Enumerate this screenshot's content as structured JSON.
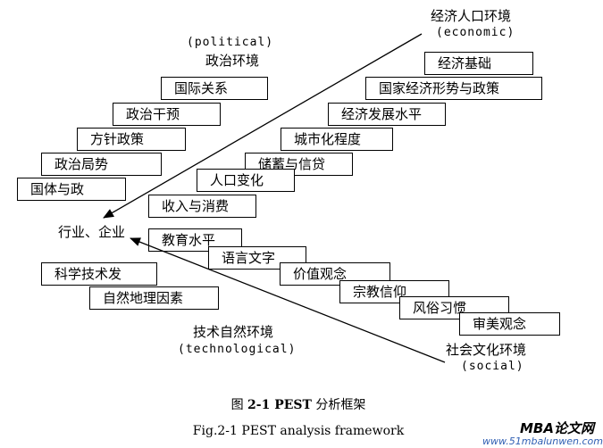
{
  "political": {
    "en": "(political)",
    "zh": "政治环境",
    "items": [
      "国际关系",
      "政治干预",
      "方针政策",
      "政治局势",
      "国体与政"
    ]
  },
  "economic": {
    "zh": "经济人口环境",
    "en": "(economic)",
    "items": [
      "经济基础",
      "国家经济形势与政策",
      "经济发展水平",
      "城市化程度",
      "储蓄与信贷",
      "人口变化",
      "收入与消费"
    ]
  },
  "center": "行业、企业",
  "social": {
    "items": [
      "教育水平",
      "语言文字",
      "价值观念",
      "宗教信仰",
      "风俗习惯",
      "审美观念"
    ],
    "zh": "社会文化环境",
    "en": "(social)"
  },
  "technological": {
    "items": [
      "科学技术发",
      "自然地理因素"
    ],
    "zh": "技术自然环境",
    "en": "(technological)"
  },
  "caption": {
    "zh_prefix": "图 ",
    "zh_bold": "2-1 PEST",
    "zh_suffix": " 分析框架",
    "en": "Fig.2-1 PEST analysis framework"
  },
  "watermark": {
    "title": "MBA论文网",
    "url": "www.51mbalunwen.com"
  }
}
